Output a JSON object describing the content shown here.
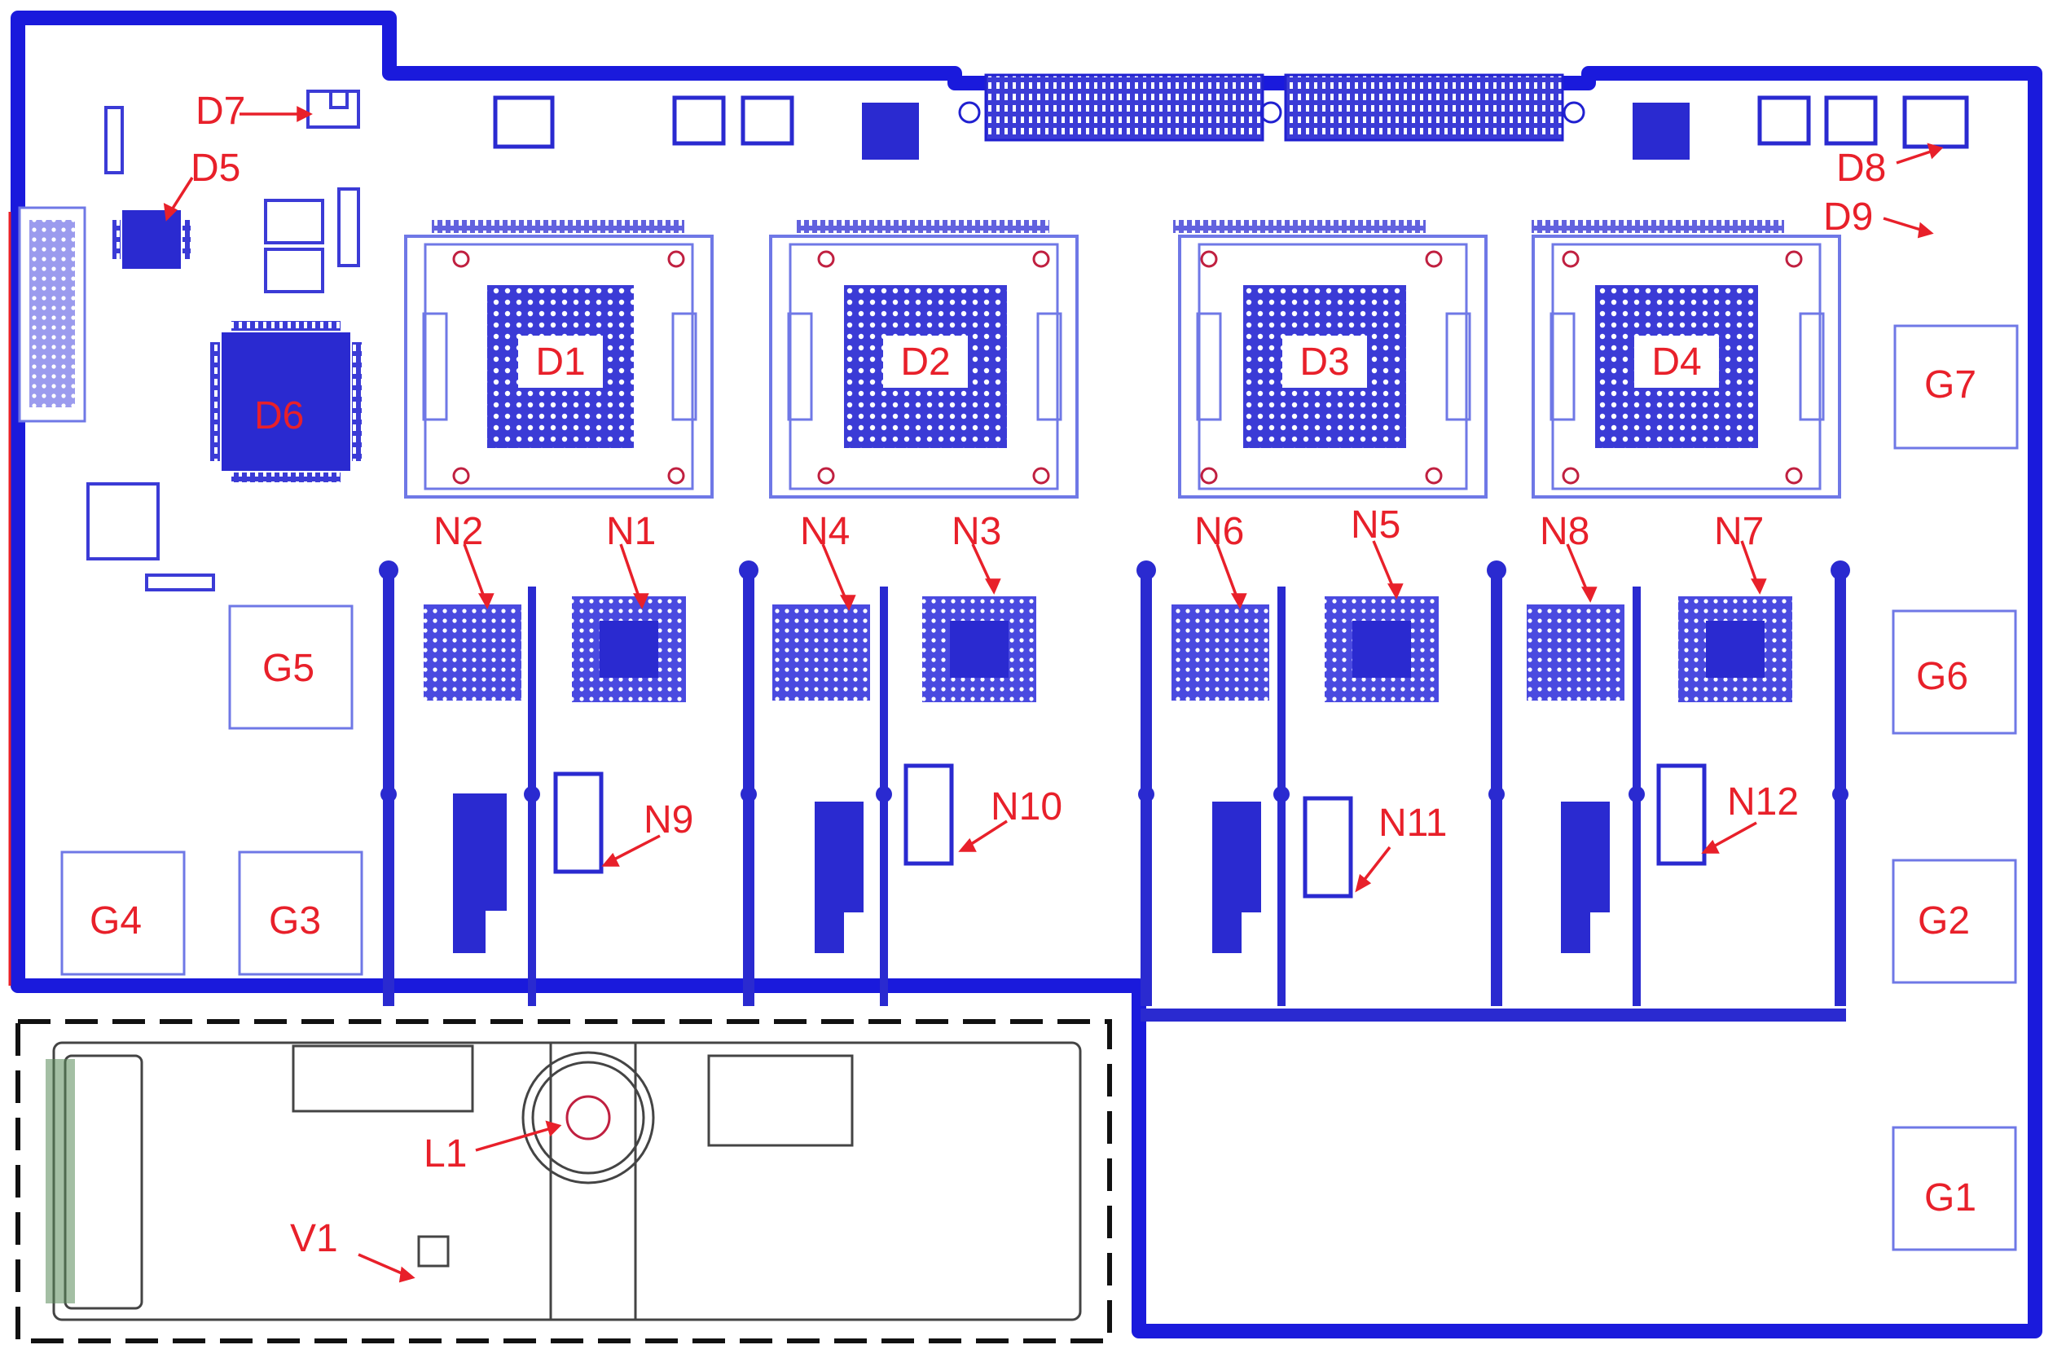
{
  "colors": {
    "board_outline": "#1a1adc",
    "trace": "#6f78e6",
    "pad_fill": "#3b3bd6",
    "label_red": "#e8202a",
    "dashed_box": "#111111",
    "module_line": "#444444",
    "background": "#ffffff"
  },
  "labels": {
    "D1": "D1",
    "D2": "D2",
    "D3": "D3",
    "D4": "D4",
    "D5": "D5",
    "D6": "D6",
    "D7": "D7",
    "D8": "D8",
    "D9": "D9",
    "N1": "N1",
    "N2": "N2",
    "N3": "N3",
    "N4": "N4",
    "N5": "N5",
    "N6": "N6",
    "N7": "N7",
    "N8": "N8",
    "N9": "N9",
    "N10": "N10",
    "N11": "N11",
    "N12": "N12",
    "G1": "G1",
    "G2": "G2",
    "G3": "G3",
    "G4": "G4",
    "G5": "G5",
    "G6": "G6",
    "G7": "G7",
    "L1": "L1",
    "V1": "V1"
  }
}
